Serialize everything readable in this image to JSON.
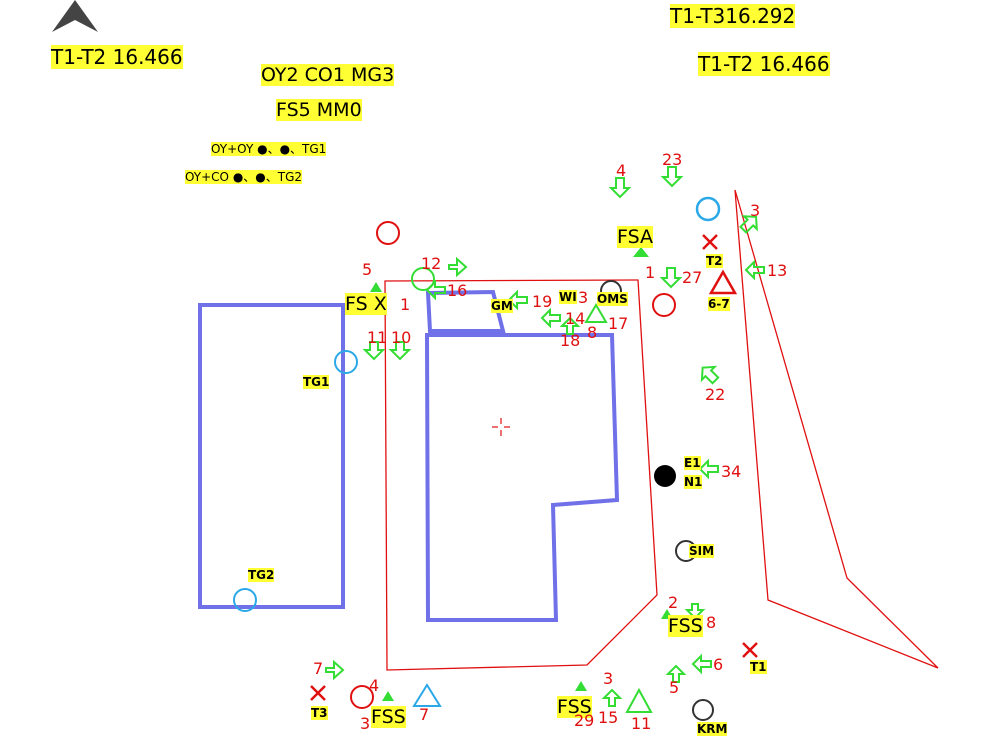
{
  "header": {
    "t1_t2_left": "T1-T2 16.466",
    "t1_t3_right": "T1-T316.292",
    "t1_t2_right": "T1-T2 16.466"
  },
  "summary": {
    "line1": "OY2 CO1 MG3",
    "line2": "FS5 MM0"
  },
  "legend": {
    "row1": "OY+OY ●、●、TG1",
    "row2": "OY+CO ●、●、TG2"
  },
  "features": {
    "fsa": "FSA",
    "fsx": "FS X",
    "fss_a": "FSS",
    "fss_b": "FSS",
    "fss_c": "FSS",
    "gm": "GM",
    "wi": "WI",
    "oms": "OMS",
    "t1": "T1",
    "t2": "T2",
    "t3": "T3",
    "tg1": "TG1",
    "tg2": "TG2",
    "e1": "E1",
    "n1": "N1",
    "sim": "SIM",
    "range_67": "6-7",
    "krm": "KRM"
  },
  "numbers": [
    "4",
    "23",
    "3",
    "13",
    "27",
    "1",
    "12",
    "16",
    "5",
    "1",
    "19",
    "3",
    "14",
    "17",
    "8",
    "18",
    "11",
    "10",
    "22",
    "34",
    "2",
    "8",
    "6",
    "5",
    "7",
    "4",
    "3",
    "29",
    "15",
    "11",
    "7",
    "3"
  ],
  "colors": {
    "highlight": "#ffff33",
    "area_outline": "#7070e8",
    "boundary": "#e01010",
    "arrow": "#33dd33",
    "circle_blue": "#2aa8e8"
  },
  "icons": [
    "north-arrow-icon",
    "question-circle-icon",
    "arrow-icon",
    "cross-icon",
    "triangle-icon",
    "crosshair-icon",
    "filled-circle-icon"
  ]
}
